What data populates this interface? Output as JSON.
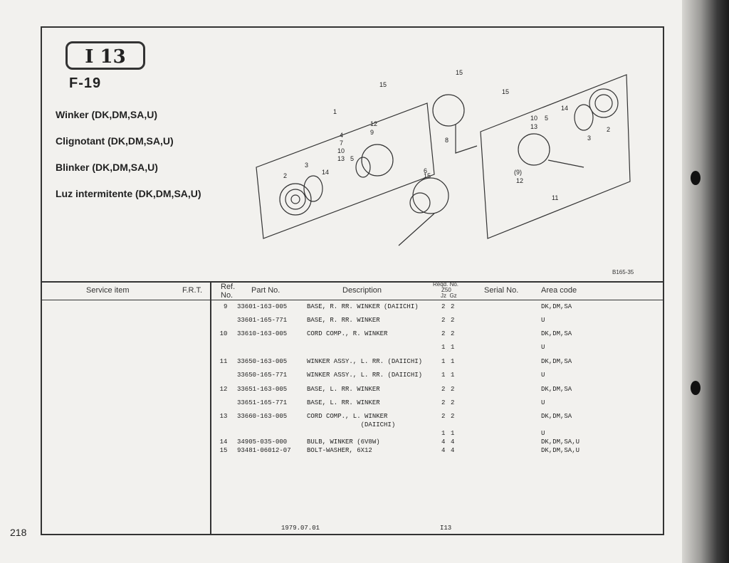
{
  "page_number": "218",
  "badge": "I 13",
  "figure": "F-19",
  "titles": [
    "Winker (DK,DM,SA,U)",
    "Clignotant (DK,DM,SA,U)",
    "Blinker (DK,DM,SA,U)",
    "Luz intermitente (DK,DM,SA,U)"
  ],
  "diagram": {
    "code": "B165-35",
    "callouts": [
      "15",
      "15",
      "15",
      "15",
      "1",
      "12",
      "9",
      "4",
      "7",
      "10",
      "13",
      "5",
      "14",
      "3",
      "2",
      "6",
      "8",
      "10",
      "13",
      "5",
      "14",
      "2",
      "3",
      "(9)",
      "12",
      "11"
    ]
  },
  "table": {
    "headers": {
      "service_item": "Service item",
      "frt": "F.R.T.",
      "ref": "Ref. No.",
      "part": "Part No.",
      "desc": "Description",
      "reqd": "Reqd. No.",
      "model": "Z50",
      "jz_gz": "Jz  Gz",
      "serial": "Serial No.",
      "area": "Area code"
    },
    "rows": [
      {
        "ref": "9",
        "part": "33601-163-005",
        "desc": "BASE, R. RR. WINKER (DAIICHI)",
        "jz": "2",
        "gz": "2",
        "area": "DK,DM,SA"
      },
      {
        "ref": "",
        "part": "33601-165-771",
        "desc": "BASE, R. RR. WINKER",
        "jz": "2",
        "gz": "2",
        "area": "U"
      },
      {
        "ref": "10",
        "part": "33610-163-005",
        "desc": "CORD COMP., R. WINKER",
        "jz": "2",
        "gz": "2",
        "area": "DK,DM,SA"
      },
      {
        "ref": "",
        "part": "",
        "desc": "",
        "jz": "1",
        "gz": "1",
        "area": "U"
      },
      {
        "ref": "11",
        "part": "33650-163-005",
        "desc": "WINKER ASSY., L. RR. (DAIICHI)",
        "jz": "1",
        "gz": "1",
        "area": "DK,DM,SA"
      },
      {
        "ref": "",
        "part": "33650-165-771",
        "desc": "WINKER ASSY., L. RR. (DAIICHI)",
        "jz": "1",
        "gz": "1",
        "area": "U"
      },
      {
        "ref": "12",
        "part": "33651-163-005",
        "desc": "BASE, L. RR. WINKER",
        "jz": "2",
        "gz": "2",
        "area": "DK,DM,SA"
      },
      {
        "ref": "",
        "part": "33651-165-771",
        "desc": "BASE, L. RR. WINKER",
        "jz": "2",
        "gz": "2",
        "area": "U"
      },
      {
        "ref": "13",
        "part": "33660-163-005",
        "desc": "CORD COMP., L. WINKER",
        "jz": "2",
        "gz": "2",
        "area": "DK,DM,SA"
      },
      {
        "ref": "",
        "part": "",
        "desc": "              (DAIICHI)",
        "jz": "",
        "gz": "",
        "area": ""
      },
      {
        "ref": "",
        "part": "",
        "desc": "",
        "jz": "1",
        "gz": "1",
        "area": "U"
      },
      {
        "ref": "14",
        "part": "34905-035-000",
        "desc": "BULB, WINKER (6V8W)",
        "jz": "4",
        "gz": "4",
        "area": "DK,DM,SA,U"
      },
      {
        "ref": "15",
        "part": "93481-06012-07",
        "desc": "BOLT-WASHER, 6X12",
        "jz": "4",
        "gz": "4",
        "area": "DK,DM,SA,U"
      }
    ]
  },
  "footer": {
    "date": "1979.07.01",
    "code": "I13"
  }
}
